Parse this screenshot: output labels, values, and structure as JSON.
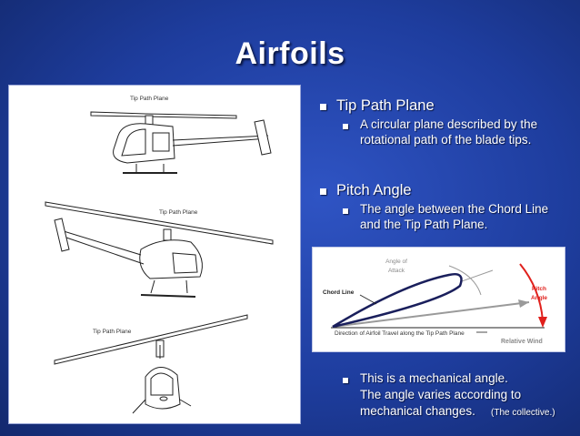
{
  "slide": {
    "title": "Airfoils"
  },
  "left_panel": {
    "labels": [
      "Tip Path Plane",
      "Tip Path Plane",
      "Tip Path Plane"
    ]
  },
  "bullets": {
    "tip_path_plane": {
      "heading": "Tip Path Plane",
      "sub": [
        "A circular plane described by the",
        "rotational path of the blade tips."
      ]
    },
    "pitch_angle": {
      "heading": "Pitch Angle",
      "sub": [
        "The angle between the Chord Line",
        "and the Tip Path Plane."
      ]
    },
    "mechanical": {
      "lines": [
        "This is a mechanical angle.",
        "The angle varies according to",
        "mechanical changes."
      ],
      "note": "(The collective.)"
    }
  },
  "diagram": {
    "angle_of_attack": [
      "Angle of",
      "Attack"
    ],
    "chord_line": "Chord Line",
    "pitch_angle": [
      "Pitch",
      "Angle"
    ],
    "direction": "Direction of Airfoil Travel along the Tip Path Plane",
    "relative_wind": "Relative Wind",
    "colors": {
      "pitch": "#e0201c",
      "relative_wind": "#9a9a9a",
      "airfoil": "#1a1f5c",
      "gray_text": "#8a8a8a"
    }
  }
}
